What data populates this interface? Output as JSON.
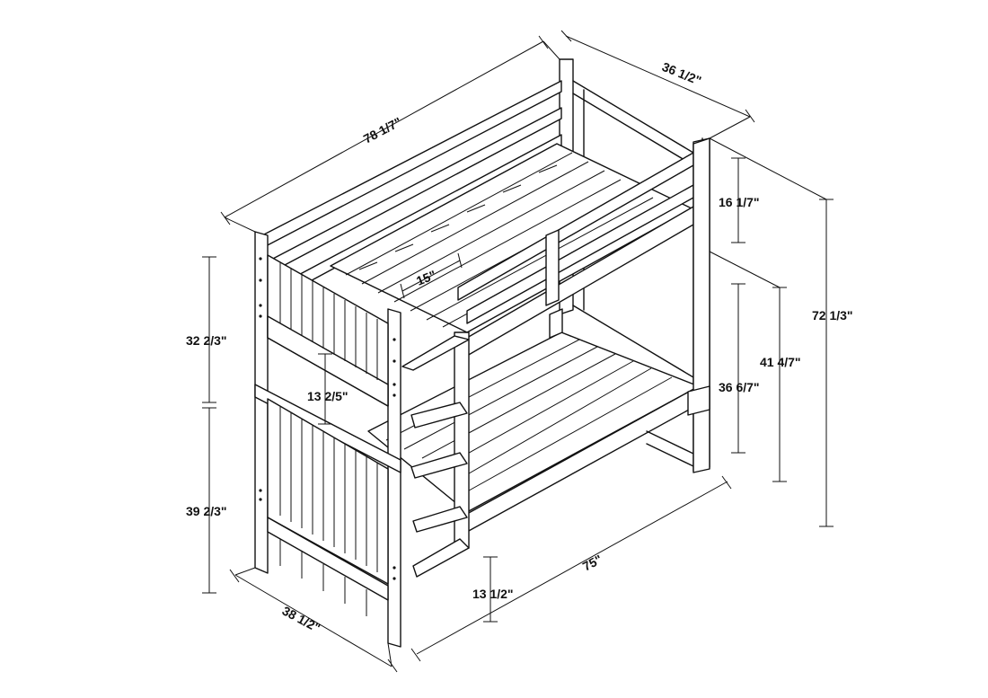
{
  "dimensions": {
    "overall_length": "78 1/7\"",
    "overall_width_top": "36 1/2\"",
    "guard_rail_height": "16 1/7\"",
    "overall_height": "72 1/3\"",
    "upper_bunk_height": "41 4/7\"",
    "ladder_height": "36 6/7\"",
    "mattress_gap": "15\"",
    "upper_end_height": "32 2/3\"",
    "bunk_clearance": "13 2/5\"",
    "lower_end_height": "39 2/3\"",
    "base_width": "38 1/2\"",
    "bed_length": "75\"",
    "floor_clearance": "13 1/2\""
  },
  "colors": {
    "line": "#111111",
    "background": "#ffffff"
  }
}
